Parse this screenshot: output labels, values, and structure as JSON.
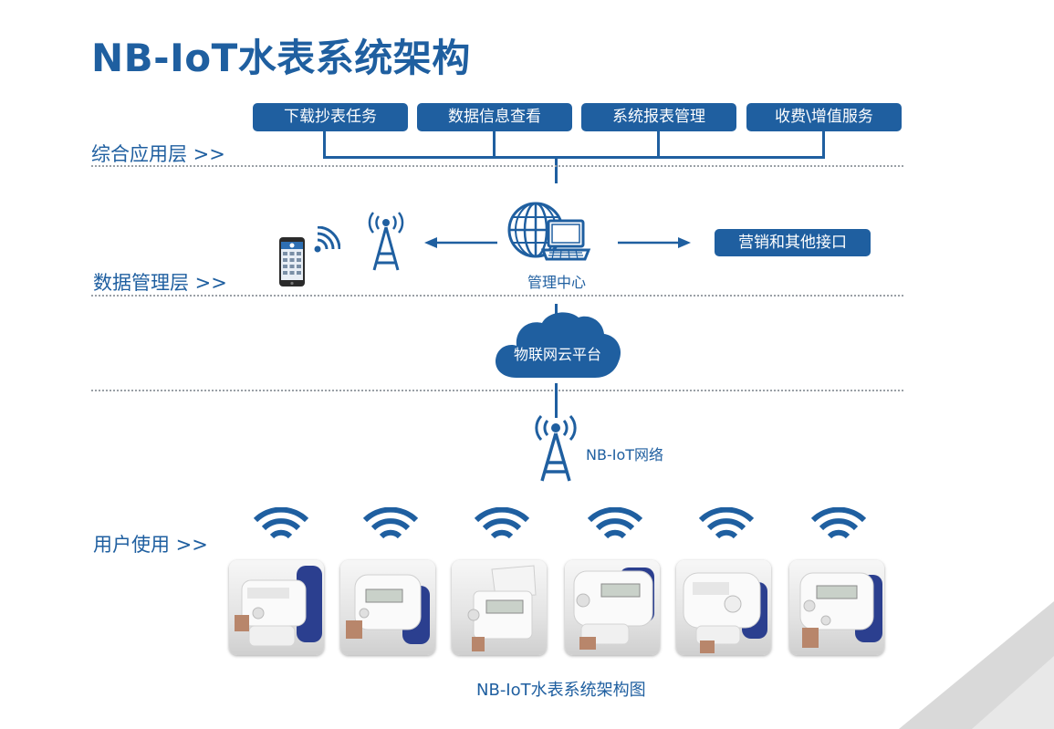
{
  "title": "NB-IoT水表系统架构",
  "layers": {
    "application": "综合应用层 >>",
    "data_management": "数据管理层 >>",
    "user": "用户使用 >>"
  },
  "app_services": [
    "下载抄表任务",
    "数据信息查看",
    "系统报表管理",
    "收费\\增值服务"
  ],
  "management_center": "管理中心",
  "marketing_interface": "营销和其他接口",
  "iot_cloud": "物联网云平台",
  "nb_network": "NB-IoT网络",
  "caption": "NB-IoT水表系统架构图",
  "colors": {
    "primary": "#1f5fa0",
    "dotted_line": "#9aa0a6",
    "corner": "#d9d9d9"
  },
  "icons": [
    "smartphone-icon",
    "signal-waves-icon",
    "cell-tower-icon",
    "globe-icon",
    "laptop-icon",
    "cloud-icon",
    "wifi-icon",
    "water-meter-image"
  ]
}
